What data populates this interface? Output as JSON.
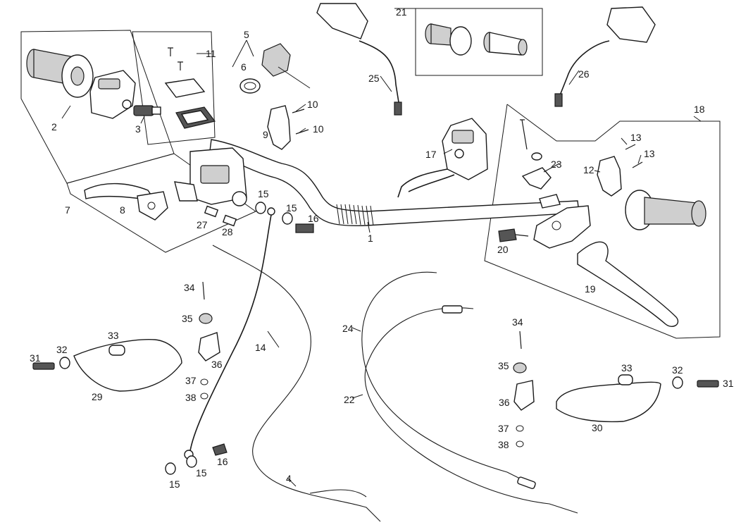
{
  "labels": {
    "l1": "1",
    "l2": "2",
    "l3": "3",
    "l4": "4",
    "l5": "5",
    "l6": "6",
    "l7": "7",
    "l8": "8",
    "l9": "9",
    "l10a": "10",
    "l10b": "10",
    "l11": "11",
    "l12": "12",
    "l13a": "13",
    "l13b": "13",
    "l14": "14",
    "l15a": "15",
    "l15b": "15",
    "l15c": "15",
    "l15d": "15",
    "l16a": "16",
    "l16b": "16",
    "l17": "17",
    "l18": "18",
    "l19": "19",
    "l20": "20",
    "l21": "21",
    "l22": "22",
    "l23": "23",
    "l24": "24",
    "l25": "25",
    "l26": "26",
    "l27": "27",
    "l28": "28",
    "l29": "29",
    "l30": "30",
    "l31a": "31",
    "l31b": "31",
    "l32a": "32",
    "l32b": "32",
    "l33a": "33",
    "l33b": "33",
    "l34a": "34",
    "l34b": "34",
    "l35a": "35",
    "l35b": "35",
    "l36a": "36",
    "l36b": "36",
    "l37a": "37",
    "l37b": "37",
    "l38a": "38",
    "l38b": "38"
  }
}
